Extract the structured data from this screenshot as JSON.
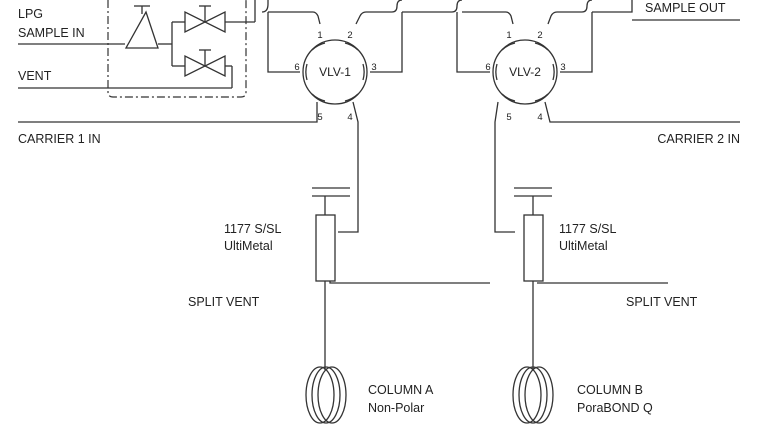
{
  "labels": {
    "lpg": "LPG",
    "sample_in": "SAMPLE IN",
    "vent": "VENT",
    "carrier1": "CARRIER 1 IN",
    "sample_out": "SAMPLE OUT",
    "carrier2": "CARRIER 2 IN",
    "injector1_line1": "1177 S/SL",
    "injector1_line2": "UltiMetal",
    "injector2_line1": "1177 S/SL",
    "injector2_line2": "UltiMetal",
    "split_vent_1": "SPLIT VENT",
    "split_vent_2": "SPLIT VENT",
    "column_a_line1": "COLUMN A",
    "column_a_line2": "Non-Polar",
    "column_b_line1": "COLUMN B",
    "column_b_line2": "PoraBOND Q"
  },
  "valves": [
    {
      "name": "VLV-1",
      "ports": [
        "1",
        "2",
        "3",
        "4",
        "5",
        "6"
      ]
    },
    {
      "name": "VLV-2",
      "ports": [
        "1",
        "2",
        "3",
        "4",
        "5",
        "6"
      ]
    }
  ],
  "colors": {
    "line": "#333333",
    "background": "#ffffff"
  }
}
